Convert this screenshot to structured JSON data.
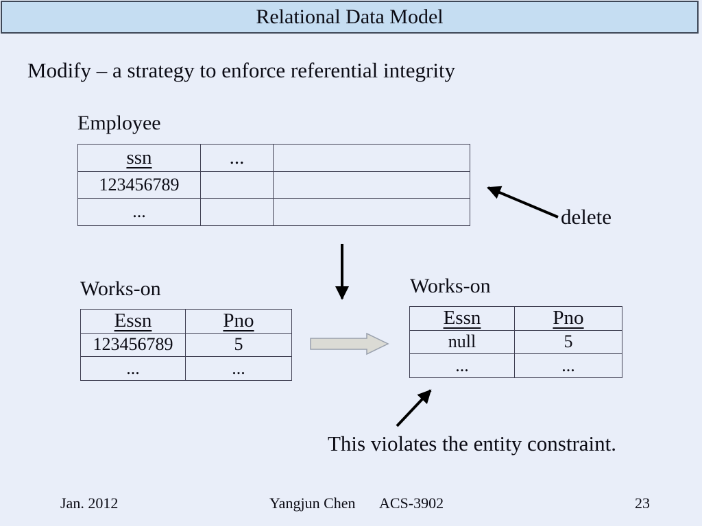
{
  "title_bar": {
    "text": "Relational Data Model"
  },
  "heading": "Modify – a strategy to enforce referential integrity",
  "employee": {
    "label": "Employee",
    "headers": [
      "ssn",
      "...",
      ""
    ],
    "rows": [
      [
        "123456789",
        "",
        ""
      ],
      [
        "...",
        "",
        ""
      ]
    ]
  },
  "works_on_left": {
    "label": "Works-on",
    "headers": [
      "Essn",
      "Pno"
    ],
    "rows": [
      [
        "123456789",
        "5"
      ],
      [
        "...",
        "..."
      ]
    ]
  },
  "works_on_right": {
    "label": "Works-on",
    "headers": [
      "Essn",
      "Pno"
    ],
    "rows": [
      [
        "null",
        "5"
      ],
      [
        "...",
        "..."
      ]
    ]
  },
  "annotations": {
    "delete_label": "delete",
    "violation_text": "This violates the entity constraint."
  },
  "footer": {
    "date": "Jan. 2012",
    "author": "Yangjun Chen",
    "course": "ACS-3902",
    "page_number": "23"
  },
  "colors": {
    "background": "#e9eef9",
    "titlebar_fill": "#c5ddf2",
    "titlebar_border": "#3e4757",
    "table_border": "#3f3f52",
    "arrow_black": "#000000",
    "block_arrow_fill": "#dbdbd5",
    "block_arrow_border": "#99a0ad"
  }
}
